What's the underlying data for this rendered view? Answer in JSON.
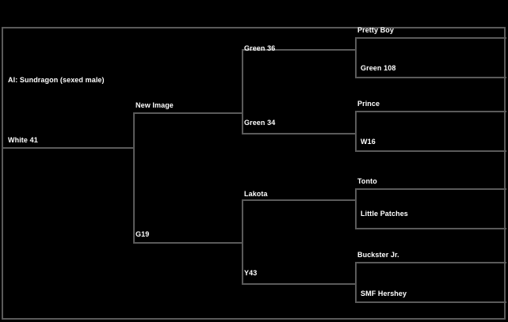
{
  "chart": {
    "type": "pedigree-bracket",
    "background_color": "#000000",
    "line_color": "#5a5a5a",
    "text_color": "#ffffff",
    "generations": 4
  },
  "nodes": {
    "gen1": {
      "sire": "AI: Sundragon (sexed male)",
      "dam": "White 41"
    },
    "gen2": {
      "sire": "New Image",
      "dam": "G19"
    },
    "gen3": {
      "sire_sire": "Green 36",
      "sire_dam": "Green 34",
      "dam_sire": "Lakota",
      "dam_dam": "Y43"
    },
    "gen4": {
      "ss_sire": "Pretty Boy",
      "ss_dam": "Green 108",
      "sd_sire": "Prince",
      "sd_dam": "W16",
      "ds_sire": "Tonto",
      "ds_dam": "Little Patches",
      "dd_sire": "Buckster Jr.",
      "dd_dam": "SMF Hershey"
    }
  }
}
